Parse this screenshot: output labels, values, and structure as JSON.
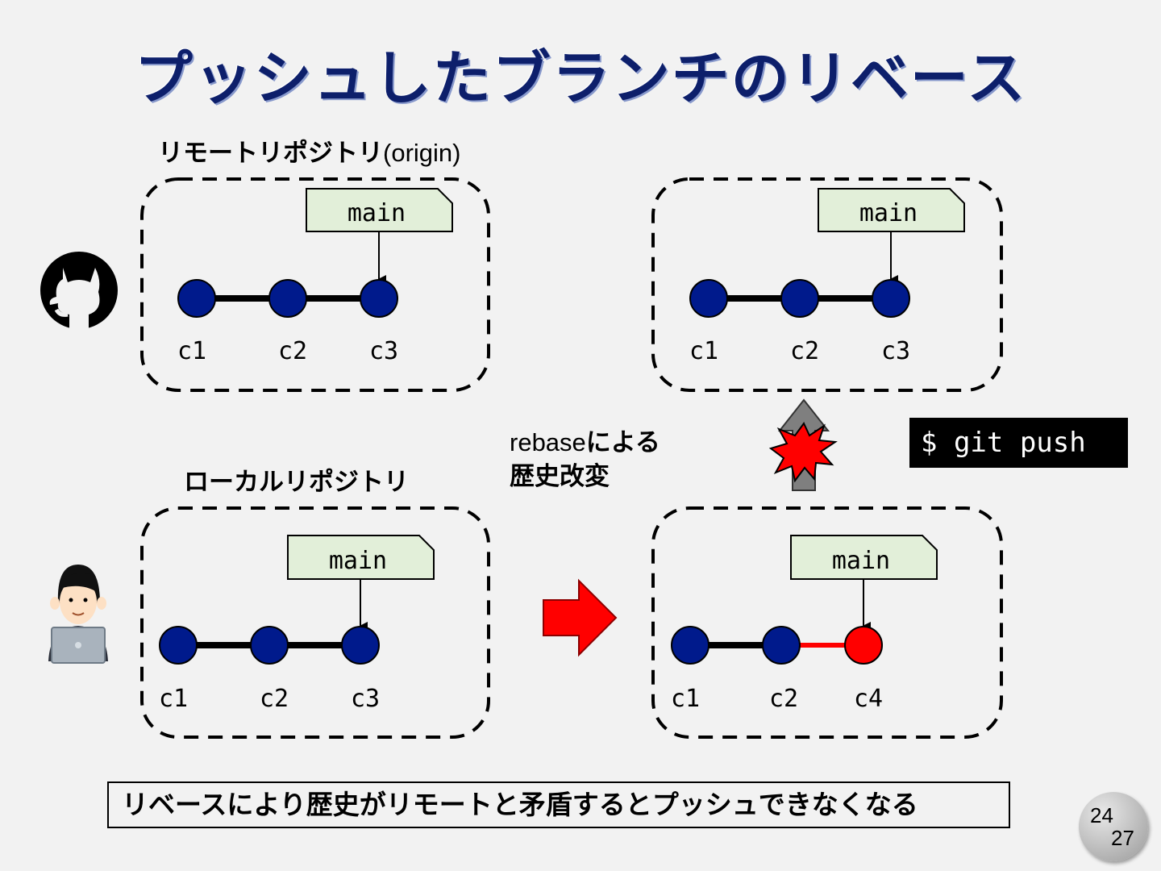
{
  "title": "プッシュしたブランチのリベース",
  "remote_label": "リモートリポジトリ",
  "remote_label_suffix": "(origin)",
  "local_label": "ローカルリポジトリ",
  "rebase_note": {
    "line1_en": "rebase",
    "line1_ja": "による",
    "line2": "歴史改変"
  },
  "command": "$ git push",
  "footer": "リベースにより歴史がリモートと矛盾するとプッシュできなくなる",
  "page": {
    "current": "24",
    "total": "27"
  },
  "colors": {
    "commit": "#001a8c",
    "new_commit": "#ff0000",
    "branch_tag": "#e2efd9",
    "arrow": "#ff0000",
    "title": "#0d1f6b"
  },
  "icons": {
    "remote": "github-icon",
    "local": "developer-with-laptop-icon",
    "rebase_arrow": "red-right-arrow-icon",
    "push_fail": "blocked-push-icon"
  },
  "repos": {
    "remote_before": {
      "branch": "main",
      "commits": [
        "c1",
        "c2",
        "c3"
      ]
    },
    "remote_after": {
      "branch": "main",
      "commits": [
        "c1",
        "c2",
        "c3"
      ]
    },
    "local_before": {
      "branch": "main",
      "commits": [
        "c1",
        "c2",
        "c3"
      ]
    },
    "local_after": {
      "branch": "main",
      "commits": [
        "c1",
        "c2",
        "c4"
      ],
      "rewritten": [
        "c4"
      ]
    }
  }
}
